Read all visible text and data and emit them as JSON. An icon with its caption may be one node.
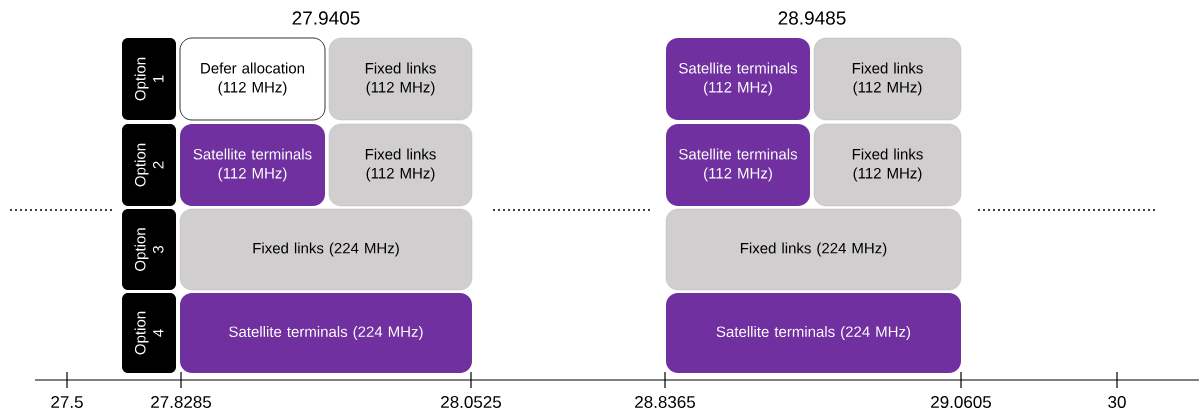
{
  "diagram": {
    "nodes": [
      {
        "text": [
          "Option 1"
        ]
      },
      {
        "text": [
          "Defer allocation (112 MHz)"
        ]
      },
      {
        "text": [
          "Fixed links (112 MHz)"
        ]
      },
      {
        "text": [
          "Satellite terminals (112 MHz)"
        ]
      },
      {
        "text": [
          "Fixed links (112 MHz)"
        ]
      },
      {
        "text": [
          "Option 2"
        ]
      },
      {
        "text": [
          "Satellite terminals (112 MHz)"
        ]
      },
      {
        "text": [
          "Fixed links (112 MHz)"
        ]
      },
      {
        "text": [
          "Satellite terminals (112 MHz)"
        ]
      },
      {
        "text": [
          "Fixed links (112 MHz)"
        ]
      },
      {
        "text": [
          "Option 3"
        ]
      },
      {
        "text": [
          "Fixed links (224 MHz)"
        ]
      },
      {
        "text": [
          "Fixed links (224 MHz)"
        ]
      },
      {
        "text": [
          "Option 4"
        ]
      },
      {
        "text": [
          "Satellite terminals (224 MHz)"
        ]
      },
      {
        "text": [
          "Satellite terminals (224 MHz)"
        ]
      }
    ],
    "labels": [
      "27.9405",
      "28.9485",
      "27.5",
      "27.8285",
      "28.0525",
      "28.8365",
      "29.0605",
      "30"
    ]
  }
}
